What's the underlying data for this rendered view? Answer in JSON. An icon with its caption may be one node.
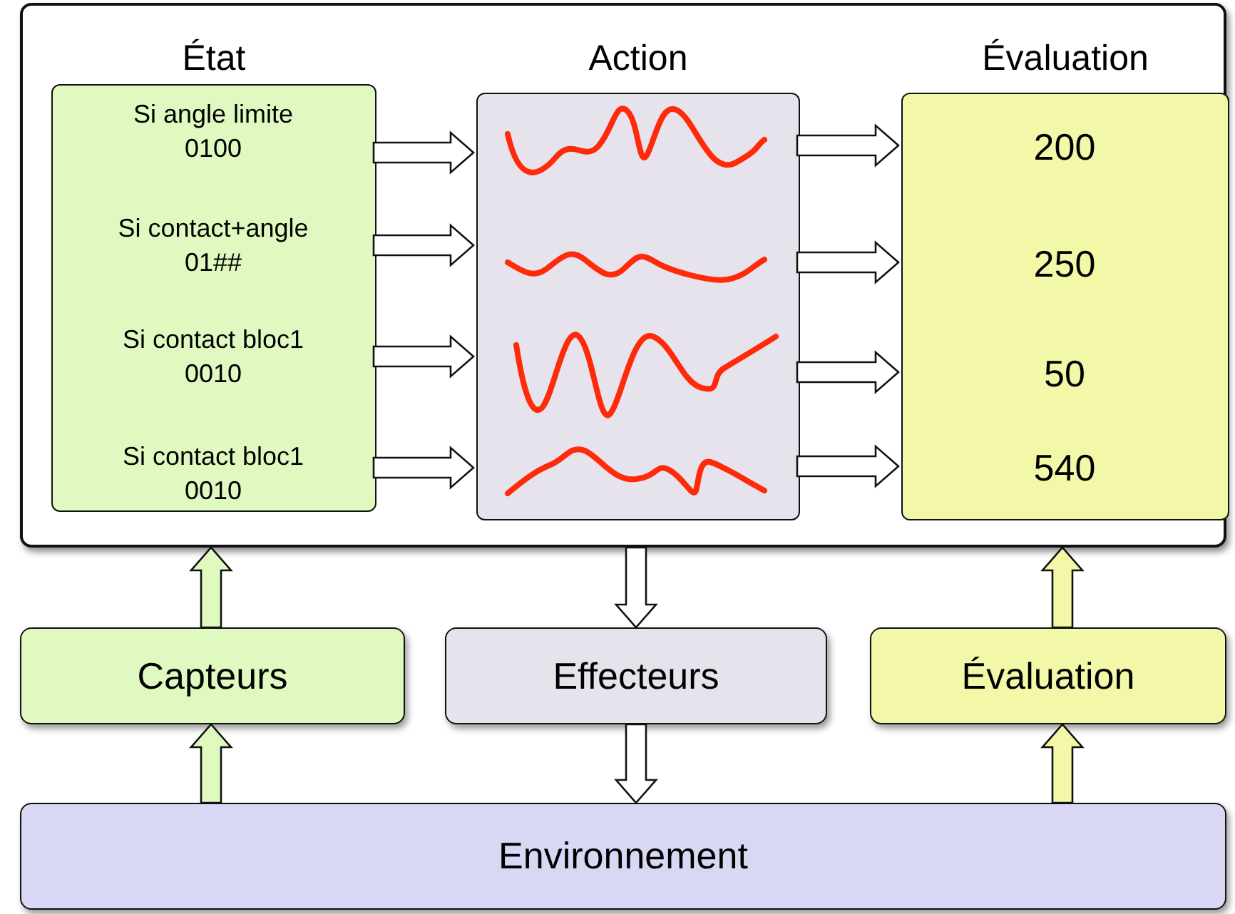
{
  "diagram": {
    "nodes": [
      {
        "text": [],
        "shape": "box"
      },
      {
        "text": [
          "État"
        ],
        "in": 0
      },
      {
        "text": [
          "Si angle limite",
          "0100"
        ],
        "in": 1
      },
      {
        "text": [
          "Si contact+angle",
          "01##"
        ],
        "in": 1
      },
      {
        "text": [
          "Si contact bloc1",
          "0010"
        ],
        "in": 1
      },
      {
        "text": [
          "Si contact bloc1",
          "0010"
        ],
        "in": 1
      },
      {
        "text": [
          "Action"
        ],
        "in": 0
      },
      {
        "text": [],
        "shape": "picture",
        "in": 6
      },
      {
        "text": [],
        "shape": "picture",
        "in": 6
      },
      {
        "text": [],
        "shape": "picture",
        "in": 6
      },
      {
        "text": [],
        "shape": "picture",
        "in": 6
      },
      {
        "text": [
          "Évaluation"
        ],
        "in": 0
      },
      {
        "text": [
          "200"
        ],
        "in": 11
      },
      {
        "text": [
          "250"
        ],
        "in": 11
      },
      {
        "text": [
          "50"
        ],
        "in": 11
      },
      {
        "text": [
          "540"
        ],
        "in": 11
      },
      {
        "text": [
          "Capteurs"
        ]
      },
      {
        "text": [
          "Effecteurs"
        ]
      },
      {
        "text": [
          "Évaluation"
        ]
      },
      {
        "text": [
          "Environnement"
        ]
      }
    ],
    "edges": [
      {
        "from": 2,
        "to": 7,
        "arrow": "to"
      },
      {
        "from": 3,
        "to": 8,
        "arrow": "to"
      },
      {
        "from": 4,
        "to": 9,
        "arrow": "to"
      },
      {
        "from": 5,
        "to": 10,
        "arrow": "to"
      },
      {
        "from": 7,
        "to": 11,
        "arrow": "to"
      },
      {
        "from": 8,
        "to": 11,
        "arrow": "to"
      },
      {
        "from": 9,
        "to": 11,
        "arrow": "to"
      },
      {
        "from": 10,
        "to": 11,
        "arrow": "to"
      },
      {
        "from": 16,
        "to": 0,
        "arrow": "to",
        "color": "#dff9c0"
      },
      {
        "from": 0,
        "to": 17,
        "arrow": "to"
      },
      {
        "from": 18,
        "to": 0,
        "arrow": "to",
        "color": "#f3f8a8"
      },
      {
        "from": 19,
        "to": 16,
        "arrow": "to",
        "color": "#dff9c0"
      },
      {
        "from": 17,
        "to": 19,
        "arrow": "to"
      },
      {
        "from": 19,
        "to": 18,
        "arrow": "to",
        "color": "#f3f8a8"
      }
    ]
  }
}
